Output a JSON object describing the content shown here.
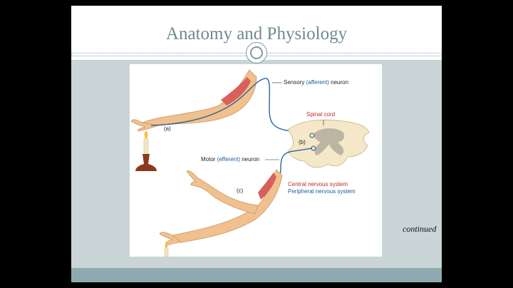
{
  "slide": {
    "title": "Anatomy and Physiology",
    "footer_note": "continued"
  },
  "figure": {
    "labels": {
      "sensory_prefix": "Sensory ",
      "sensory_colored": "(afferent)",
      "sensory_suffix": " neuron",
      "spinal_cord": "Spinal cord",
      "motor_prefix": "Motor ",
      "motor_colored": "(efferent)",
      "motor_suffix": " neuron",
      "cns": "Central nervous system",
      "pns": "Peripheral nervous system",
      "a": "(a)",
      "b": "(b)",
      "c": "(c)"
    }
  },
  "colors": {
    "title": "#6f8a90",
    "band": "#c9d5d7",
    "bottom_band": "#8faaaf",
    "afferent": "#1d5a96",
    "efferent": "#1d5a96",
    "cns_red": "#c0282d"
  }
}
